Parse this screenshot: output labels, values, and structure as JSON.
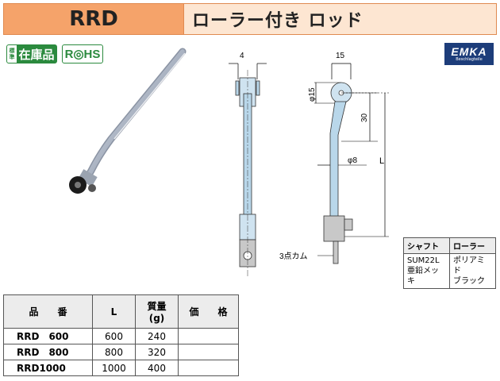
{
  "header": {
    "code": "RRD",
    "name": "ローラー付き ロッド"
  },
  "badges": {
    "stock_small": "標準",
    "stock_big": "在庫品",
    "rohs": "R◎HS"
  },
  "brand": {
    "logo": "EMKA",
    "sub": "Beschlagteile"
  },
  "drawing": {
    "dim_top_left": "4",
    "dim_top_right": "15",
    "dim_phi15": "φ15",
    "dim_30": "30",
    "dim_phi8": "φ8",
    "dim_L": "L",
    "label_cam": "3点カム"
  },
  "spec_table": {
    "headers": [
      "シャフト",
      "ローラー"
    ],
    "shaft_lines": [
      "SUM22L",
      "亜鉛メッキ"
    ],
    "roller_lines": [
      "ポリアミド",
      "ブラック"
    ]
  },
  "product_table": {
    "headers": {
      "code": "品　　番",
      "L": "L",
      "mass": "質量",
      "mass_unit": "(g)",
      "price": "価　　格"
    },
    "rows": [
      {
        "code": "RRD　600",
        "L": "600",
        "mass": "240",
        "price": ""
      },
      {
        "code": "RRD　800",
        "L": "800",
        "mass": "320",
        "price": ""
      },
      {
        "code": "RRD1000",
        "L": "1000",
        "mass": "400",
        "price": ""
      }
    ]
  }
}
